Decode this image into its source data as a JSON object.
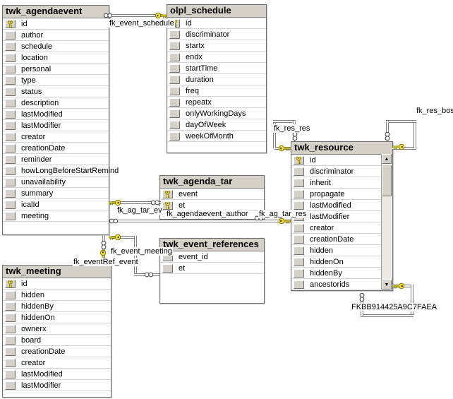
{
  "diagram": {
    "tables": [
      {
        "title": "twk_agendaevent",
        "fields": [
          {
            "name": "id",
            "pk": true
          },
          {
            "name": "author",
            "pk": false
          },
          {
            "name": "schedule",
            "pk": false
          },
          {
            "name": "location",
            "pk": false
          },
          {
            "name": "personal",
            "pk": false
          },
          {
            "name": "type",
            "pk": false
          },
          {
            "name": "status",
            "pk": false
          },
          {
            "name": "description",
            "pk": false
          },
          {
            "name": "lastModified",
            "pk": false
          },
          {
            "name": "lastModifier",
            "pk": false
          },
          {
            "name": "creator",
            "pk": false
          },
          {
            "name": "creationDate",
            "pk": false
          },
          {
            "name": "reminder",
            "pk": false
          },
          {
            "name": "howLongBeforeStartRemind",
            "pk": false
          },
          {
            "name": "unavailability",
            "pk": false
          },
          {
            "name": "summary",
            "pk": false
          },
          {
            "name": "icalId",
            "pk": false
          },
          {
            "name": "meeting",
            "pk": false
          }
        ]
      },
      {
        "title": "olpl_schedule",
        "fields": [
          {
            "name": "id",
            "pk": true
          },
          {
            "name": "discriminator",
            "pk": false
          },
          {
            "name": "startx",
            "pk": false
          },
          {
            "name": "endx",
            "pk": false
          },
          {
            "name": "startTime",
            "pk": false
          },
          {
            "name": "duration",
            "pk": false
          },
          {
            "name": "freq",
            "pk": false
          },
          {
            "name": "repeatx",
            "pk": false
          },
          {
            "name": "onlyWorkingDays",
            "pk": false
          },
          {
            "name": "dayOfWeek",
            "pk": false
          },
          {
            "name": "weekOfMonth",
            "pk": false
          }
        ]
      },
      {
        "title": "twk_resource",
        "fields": [
          {
            "name": "id",
            "pk": true
          },
          {
            "name": "discriminator",
            "pk": false
          },
          {
            "name": "inherit",
            "pk": false
          },
          {
            "name": "propagate",
            "pk": false
          },
          {
            "name": "lastModified",
            "pk": false
          },
          {
            "name": "lastModifier",
            "pk": false
          },
          {
            "name": "creator",
            "pk": false
          },
          {
            "name": "creationDate",
            "pk": false
          },
          {
            "name": "hidden",
            "pk": false
          },
          {
            "name": "hiddenOn",
            "pk": false
          },
          {
            "name": "hiddenBy",
            "pk": false
          },
          {
            "name": "ancestorids",
            "pk": false
          }
        ]
      },
      {
        "title": "twk_agenda_tar",
        "fields": [
          {
            "name": "event",
            "pk": true
          },
          {
            "name": "et",
            "pk": true
          }
        ]
      },
      {
        "title": "twk_event_references",
        "fields": [
          {
            "name": "event_id",
            "pk": false
          },
          {
            "name": "et",
            "pk": false
          }
        ]
      },
      {
        "title": "twk_meeting",
        "fields": [
          {
            "name": "id",
            "pk": true
          },
          {
            "name": "hidden",
            "pk": false
          },
          {
            "name": "hiddenBy",
            "pk": false
          },
          {
            "name": "hiddenOn",
            "pk": false
          },
          {
            "name": "ownerx",
            "pk": false
          },
          {
            "name": "board",
            "pk": false
          },
          {
            "name": "creationDate",
            "pk": false
          },
          {
            "name": "creator",
            "pk": false
          },
          {
            "name": "lastModified",
            "pk": false
          },
          {
            "name": "lastModifier",
            "pk": false
          }
        ]
      }
    ],
    "relationships": [
      {
        "label": "fk_event_schedule"
      },
      {
        "label": "fk_ag_tar_ev"
      },
      {
        "label": "fk_agendaevent_author"
      },
      {
        "label": "fk_ag_tar_res"
      },
      {
        "label": "fk_event_meeting"
      },
      {
        "label": "fk_eventRef_event"
      },
      {
        "label": "fk_res_res"
      },
      {
        "label": "fk_res_boss"
      },
      {
        "label": "FKBB914425A9C7FAEA"
      }
    ]
  },
  "icons": {
    "primary_key": "key-icon",
    "one_end": "key-icon",
    "many_end": "infinity-icon",
    "scroll_up": "▲",
    "scroll_down": "▼"
  },
  "colors": {
    "canvas_bg": "#ffffff",
    "header_bg": "#d5d1c8",
    "table_border": "#6f6f6f",
    "line": "#7d7d7d",
    "key_yellow": "#ffe23e",
    "text": "#000000"
  }
}
